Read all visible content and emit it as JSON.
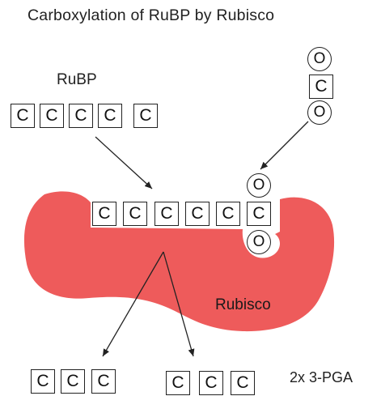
{
  "title": "Carboxylation of RuBP by Rubisco",
  "labels": {
    "rubp": "RuBP",
    "enzyme": "Rubisco",
    "product": "2x 3-PGA"
  },
  "atoms": {
    "carbon": "C",
    "oxygen": "O"
  },
  "colors": {
    "enzyme_fill": "#ee5b5b",
    "line": "#222222"
  }
}
